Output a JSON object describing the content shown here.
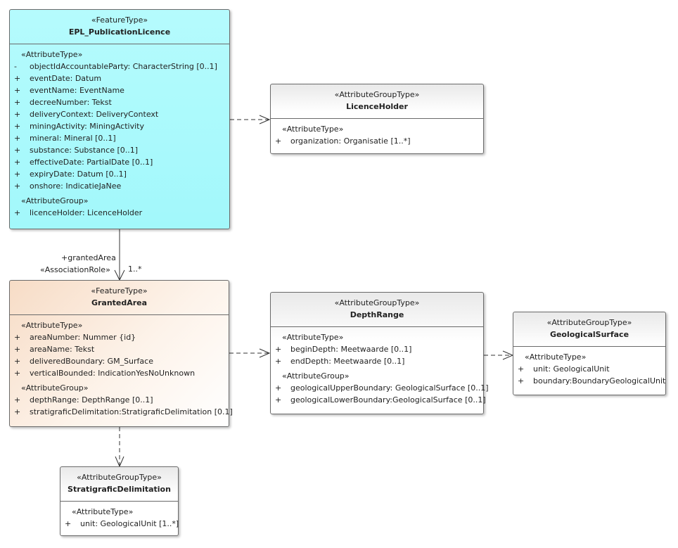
{
  "classes": {
    "publication_licence": {
      "stereotype": "«FeatureType»",
      "name": "EPL_PublicationLicence",
      "groups": [
        {
          "label": "«AttributeType»",
          "attributes": [
            {
              "vis": "-",
              "text": "objectIdAccountableParty: CharacterString [0..1]"
            },
            {
              "vis": "+",
              "text": "eventDate: Datum"
            },
            {
              "vis": "+",
              "text": "eventName: EventName"
            },
            {
              "vis": "+",
              "text": "decreeNumber: Tekst"
            },
            {
              "vis": "+",
              "text": "deliveryContext: DeliveryContext"
            },
            {
              "vis": "+",
              "text": "miningActivity: MiningActivity"
            },
            {
              "vis": "+",
              "text": "mineral: Mineral [0..1]"
            },
            {
              "vis": "+",
              "text": "substance: Substance [0..1]"
            },
            {
              "vis": "+",
              "text": "effectiveDate: PartialDate [0..1]"
            },
            {
              "vis": "+",
              "text": "expiryDate: Datum [0..1]"
            },
            {
              "vis": "+",
              "text": "onshore: IndicatieJaNee"
            }
          ]
        },
        {
          "label": "«AttributeGroup»",
          "attributes": [
            {
              "vis": "+",
              "text": "licenceHolder: LicenceHolder"
            }
          ]
        }
      ]
    },
    "licence_holder": {
      "stereotype": "«AttributeGroupType»",
      "name": "LicenceHolder",
      "groups": [
        {
          "label": "«AttributeType»",
          "attributes": [
            {
              "vis": "+",
              "text": "organization: Organisatie [1..*]"
            }
          ]
        }
      ]
    },
    "granted_area": {
      "stereotype": "«FeatureType»",
      "name": "GrantedArea",
      "groups": [
        {
          "label": "«AttributeType»",
          "attributes": [
            {
              "vis": "+",
              "text": "areaNumber: Nummer {id}"
            },
            {
              "vis": "+",
              "text": "areaName: Tekst"
            },
            {
              "vis": "+",
              "text": "deliveredBoundary: GM_Surface"
            },
            {
              "vis": "+",
              "text": "verticalBounded: IndicationYesNoUnknown"
            }
          ]
        },
        {
          "label": "«AttributeGroup»",
          "attributes": [
            {
              "vis": "+",
              "text": "depthRange: DepthRange [0..1]"
            },
            {
              "vis": "+",
              "text": "stratigraficDelimitation:StratigraficDelimitation [0.1]"
            }
          ]
        }
      ]
    },
    "depth_range": {
      "stereotype": "«AttributeGroupType»",
      "name": "DepthRange",
      "groups": [
        {
          "label": "«AttributeType»",
          "attributes": [
            {
              "vis": "+",
              "text": "beginDepth: Meetwaarde [0..1]"
            },
            {
              "vis": "+",
              "text": "endDepth: Meetwaarde [0..1]"
            }
          ]
        },
        {
          "label": "«AttributeGroup»",
          "attributes": [
            {
              "vis": "+",
              "text": "geologicalUpperBoundary: GeologicalSurface [0..1]"
            },
            {
              "vis": "+",
              "text": "geologicalLowerBoundary:GeologicalSurface [0..1]"
            }
          ]
        }
      ]
    },
    "geological_surface": {
      "stereotype": "«AttributeGroupType»",
      "name": "GeologicalSurface",
      "groups": [
        {
          "label": "«AttributeType»",
          "attributes": [
            {
              "vis": "+",
              "text": "unit: GeologicalUnit"
            },
            {
              "vis": "+",
              "text": "boundary:BoundaryGeologicalUnit"
            }
          ]
        }
      ]
    },
    "stratigrafic_delimitation": {
      "stereotype": "«AttributeGroupType»",
      "name": "StratigraficDelimitation",
      "groups": [
        {
          "label": "«AttributeType»",
          "attributes": [
            {
              "vis": "+",
              "text": "unit: GeologicalUnit [1..*]"
            }
          ]
        }
      ]
    }
  },
  "association": {
    "role": "+grantedArea",
    "stereotype": "«AssociationRole»",
    "multiplicity": "1..*"
  },
  "colors": {
    "feature_type_cyan": "#a7fafc",
    "feature_type_peach": "#f7dcc6",
    "attribute_group_type": "#ffffff",
    "line": "#333333"
  }
}
